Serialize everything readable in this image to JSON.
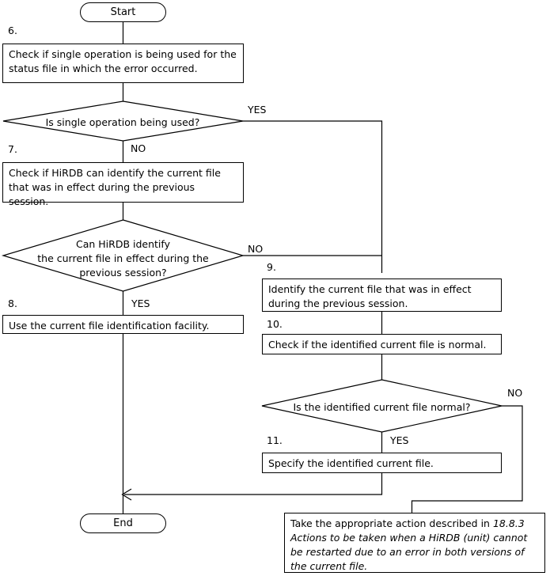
{
  "diagram": {
    "title": "HiRDB status file error handling flowchart",
    "background_color": "#ffffff",
    "line_color": "#000000"
  },
  "terminators": {
    "start": "Start",
    "end": "End"
  },
  "steps": [
    {
      "number": "6.",
      "text": "Check if single operation is being used for the status file in which the error occurred."
    },
    {
      "number": "7.",
      "text": "Check if HiRDB can identify the current file that was in effect during the previous session."
    },
    {
      "number": "8.",
      "text": "Use the current file identification facility."
    },
    {
      "number": "9.",
      "text": "Identify the current file that was in effect during the previous session."
    },
    {
      "number": "10.",
      "text": "Check if the identified current file is normal."
    },
    {
      "number": "11.",
      "text": "Specify the identified current file."
    }
  ],
  "decisions": [
    {
      "id": "d1",
      "line1": "Is single operation being used?",
      "line2": "",
      "line3": "",
      "yes_label": "YES",
      "no_label": "NO"
    },
    {
      "id": "d2",
      "line1": "Can HiRDB identify",
      "line2": "the current file in effect during the",
      "line3": "previous session?",
      "yes_label": "YES",
      "no_label": "NO"
    },
    {
      "id": "d3",
      "line1": "Is the identified current file normal?",
      "line2": "",
      "line3": "",
      "yes_label": "YES",
      "no_label": "NO"
    }
  ],
  "final_action": {
    "lead_text": "Take the appropriate action described in ",
    "reference_number": "18.8.3",
    "reference_title": "Actions to be taken when a HiRDB (unit) cannot be restarted due to an error in both versions of the current file."
  }
}
